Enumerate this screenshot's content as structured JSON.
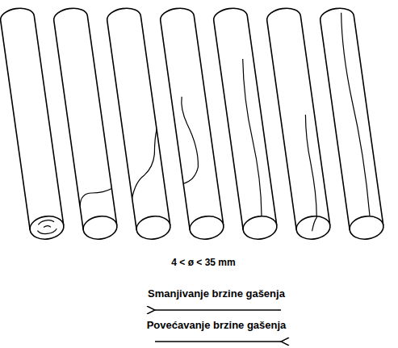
{
  "diagram": {
    "labels": [
      "4 < ø < 35 mm",
      "Smanjivanje brzine gašenja",
      "Povećavanje brzine gašenja"
    ]
  }
}
